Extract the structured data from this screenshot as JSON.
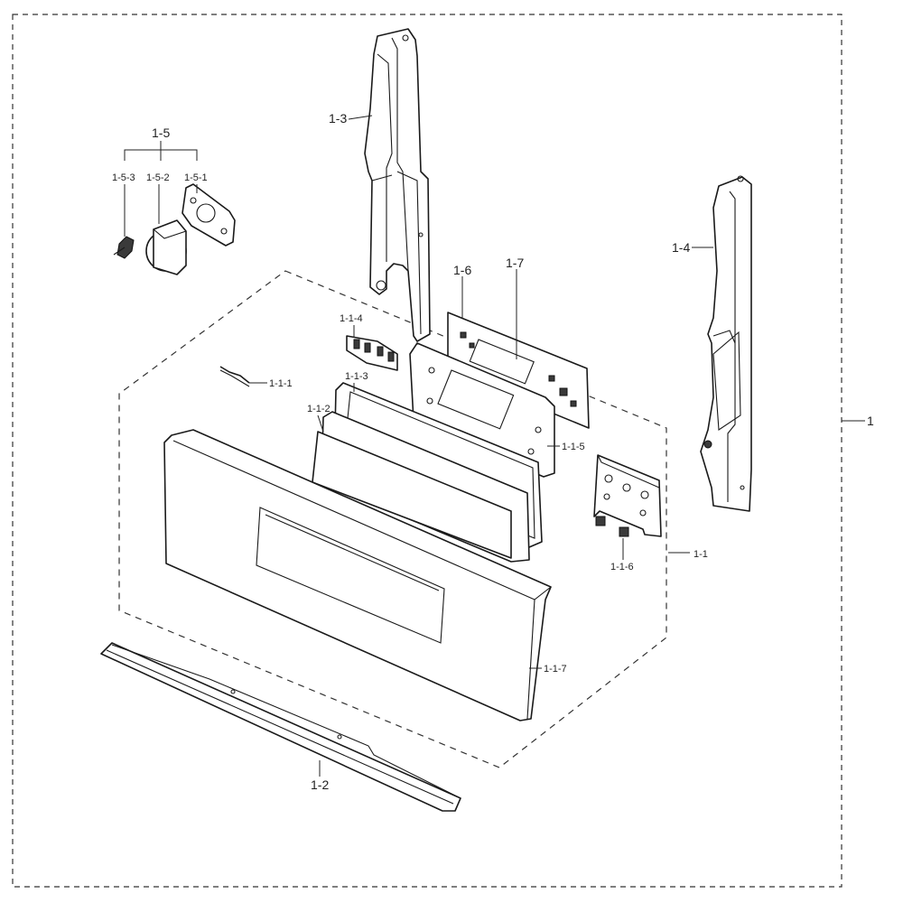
{
  "callouts": {
    "assembly": "1",
    "control_panel_assy": "1-1",
    "part_1_1_1": "1-1-1",
    "part_1_1_2": "1-1-2",
    "part_1_1_3": "1-1-3",
    "part_1_1_4": "1-1-4",
    "part_1_1_5": "1-1-5",
    "part_1_1_6": "1-1-6",
    "part_1_1_7": "1-1-7",
    "trim_bar": "1-2",
    "left_bracket": "1-3",
    "right_bracket": "1-4",
    "motor_assy": "1-5",
    "part_1_5_1": "1-5-1",
    "part_1_5_2": "1-5-2",
    "part_1_5_3": "1-5-3",
    "part_1_6": "1-6",
    "part_1_7": "1-7"
  }
}
